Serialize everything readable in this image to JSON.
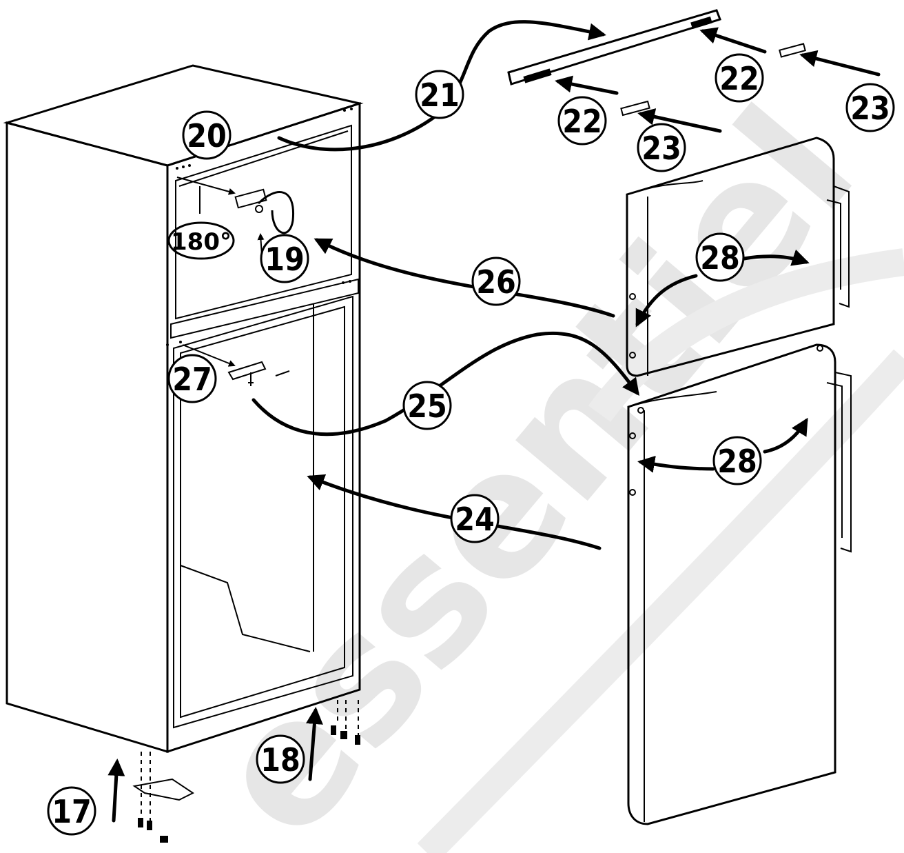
{
  "watermark": {
    "text": "essentiel",
    "color": "#e6e6e6"
  },
  "labels": [
    {
      "id": "l17",
      "text": "17"
    },
    {
      "id": "l18",
      "text": "18"
    },
    {
      "id": "l19",
      "text": "19"
    },
    {
      "id": "l20",
      "text": "20"
    },
    {
      "id": "l21",
      "text": "21"
    },
    {
      "id": "l22a",
      "text": "22"
    },
    {
      "id": "l22b",
      "text": "22"
    },
    {
      "id": "l23a",
      "text": "23"
    },
    {
      "id": "l23b",
      "text": "23"
    },
    {
      "id": "l24",
      "text": "24"
    },
    {
      "id": "l25",
      "text": "25"
    },
    {
      "id": "l26",
      "text": "26"
    },
    {
      "id": "l27",
      "text": "27"
    },
    {
      "id": "l28a",
      "text": "28"
    },
    {
      "id": "l28b",
      "text": "28"
    }
  ],
  "rotation": "180°"
}
